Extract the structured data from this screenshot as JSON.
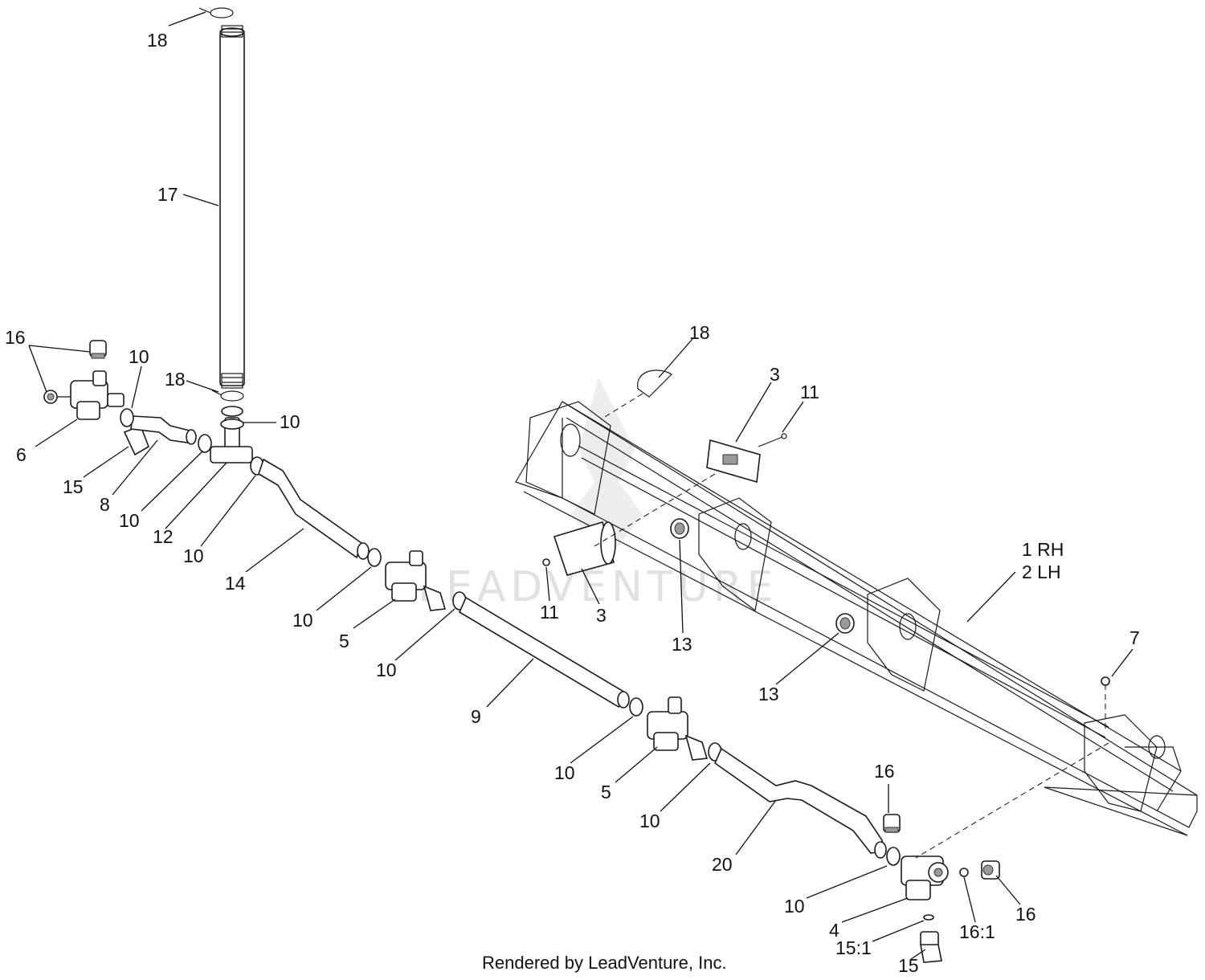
{
  "credit": "Rendered by LeadVenture, Inc.",
  "watermark": "LEADVENTURE",
  "callouts": {
    "c18a": "18",
    "c17": "17",
    "c16a": "16",
    "c10a": "10",
    "c18b": "18",
    "c10b": "10",
    "c6": "6",
    "c15a": "15",
    "c8": "8",
    "c10c": "10",
    "c12": "12",
    "c10d": "10",
    "c14": "14",
    "c10e": "10",
    "c5a": "5",
    "c10f": "10",
    "c9": "9",
    "c10g": "10",
    "c5b": "5",
    "c10h": "10",
    "c20": "20",
    "c16b": "16",
    "c10i": "10",
    "c4": "4",
    "c15b": "15",
    "c151": "15:1",
    "c161": "16:1",
    "c16c": "16",
    "c18c": "18",
    "c3a": "3",
    "c11a": "11",
    "c11b": "11",
    "c3b": "3",
    "c13a": "13",
    "c13b": "13",
    "c1": "1 RH",
    "c2": "2 LH",
    "c7": "7"
  }
}
